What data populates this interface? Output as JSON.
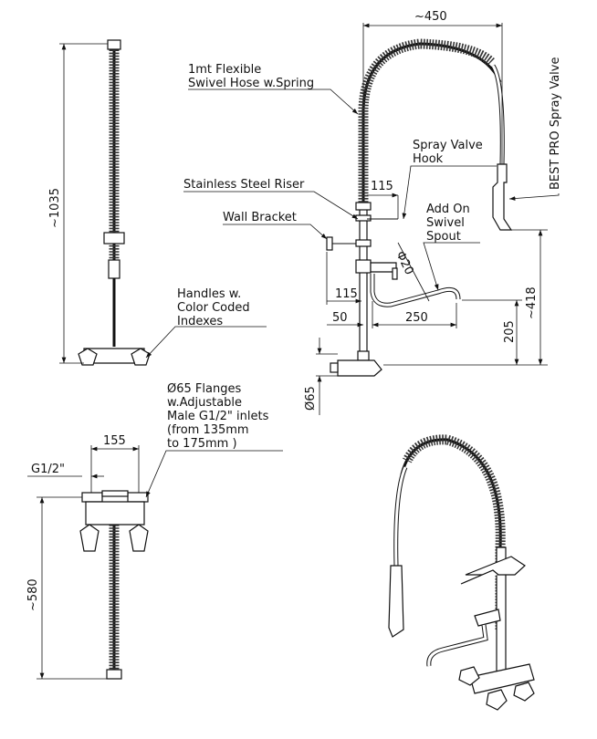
{
  "front_view": {
    "height_dim": "~1035",
    "handles_label": [
      "Handles w.",
      "Color Coded",
      "Indexes"
    ]
  },
  "side_view": {
    "width_dim": "~450",
    "hose_label": [
      "1mt Flexible",
      "Swivel Hose w.Spring"
    ],
    "spray_hook_label": [
      "Spray Valve",
      "Hook"
    ],
    "riser_label": "Stainless Steel Riser",
    "hook_dim": "115",
    "wall_bracket_label": "Wall Bracket",
    "spout_label": [
      "Add On",
      "Swivel",
      "Spout"
    ],
    "spray_valve_label": "BEST PRO Spray Valve",
    "spout_diameter_dim": "Φ20",
    "bracket_dim": "115",
    "offset_dim": "50",
    "spout_length_dim": "250",
    "spout_height_dim": "205",
    "valve_height_dim": "~418",
    "flange_dim": "Ø65"
  },
  "top_view": {
    "flange_label": [
      "Ø65 Flanges",
      "w.Adjustable",
      "Male G1/2\" inlets",
      "(from 135mm",
      "to 175mm )"
    ],
    "inlet_spacing_dim": "155",
    "inlet_label": "G1/2\"",
    "height_dim": "~580"
  }
}
